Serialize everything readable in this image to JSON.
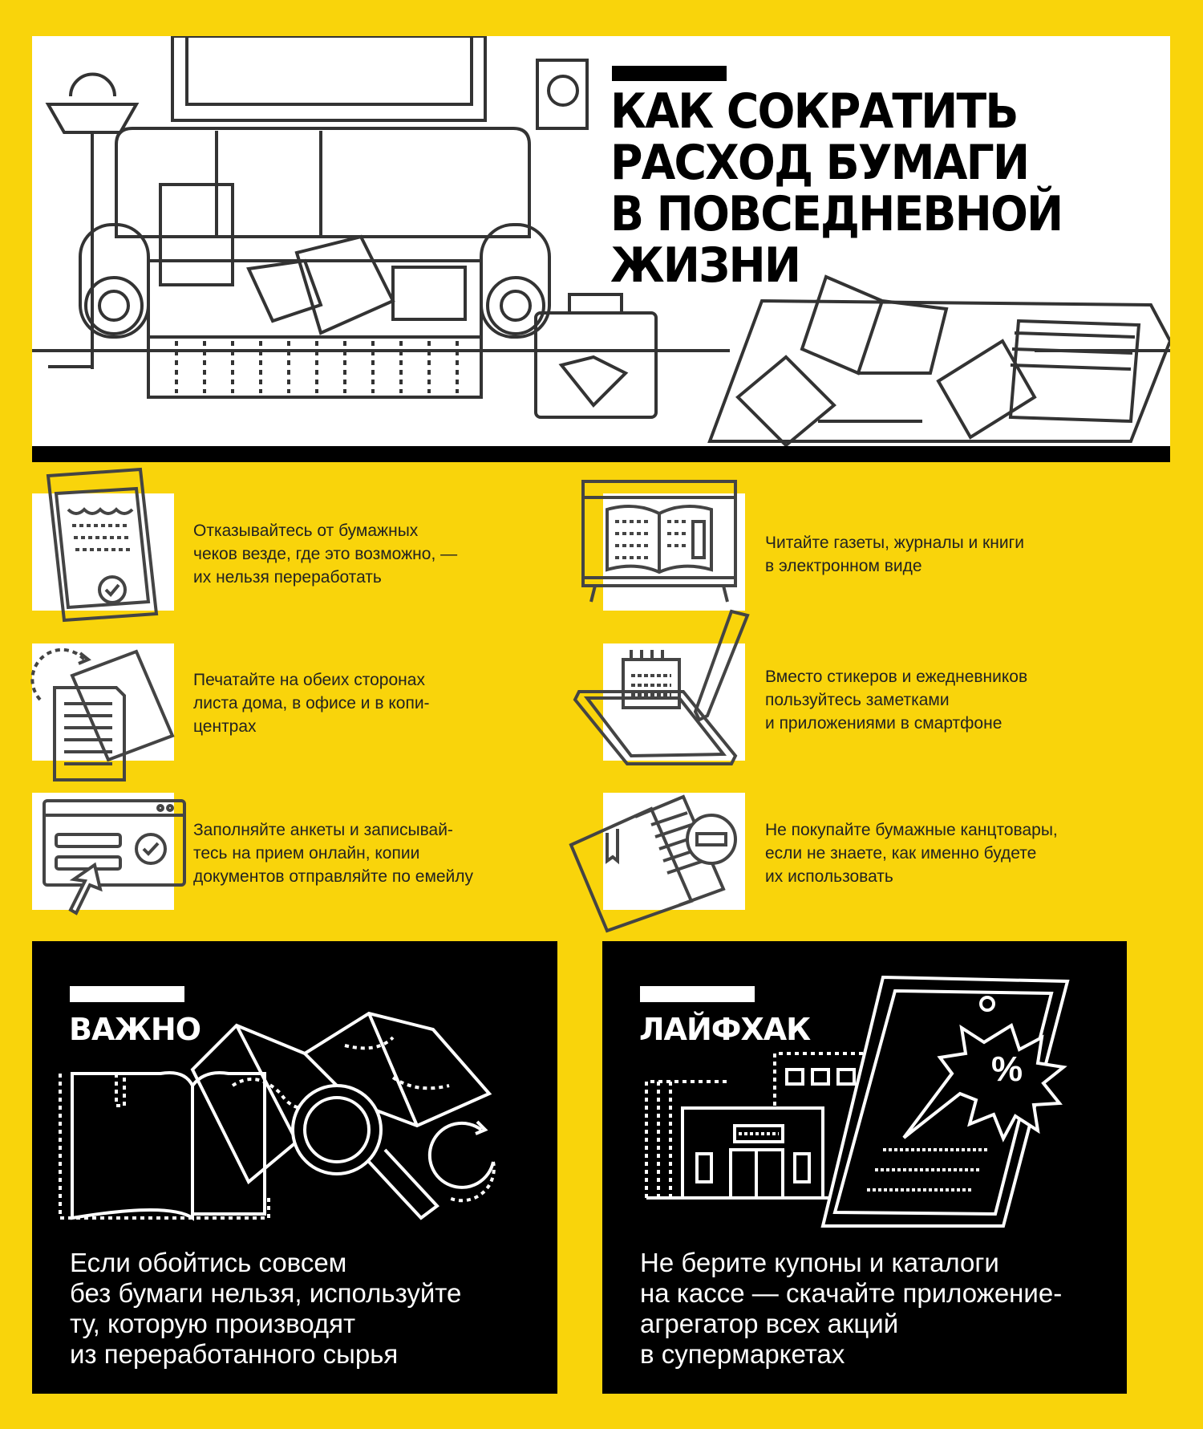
{
  "header": {
    "title_lines": [
      "Как сократить",
      "расход бумаги",
      "в повседневной",
      "жизни"
    ]
  },
  "tips": [
    {
      "text": "Отказывайтесь от бумажных чеков везде, где это возможно, — их нельзя переработать",
      "lines": [
        "Отказывайтесь от бумажных",
        "чеков везде, где это возможно, —",
        "их нельзя переработать"
      ],
      "icon": "receipt-phone-icon"
    },
    {
      "text": "Читайте газеты, журналы и книги в электронном виде",
      "lines": [
        "Читайте газеты, журналы и книги",
        "в электронном виде"
      ],
      "icon": "ebook-screen-icon"
    },
    {
      "text": "Печатайте на обеих сторонах листа дома, в офисе и в копи-центрах",
      "lines": [
        "Печатайте на обеих сторонах",
        "листа дома, в офисе и в копи-",
        "центрах"
      ],
      "icon": "double-sided-print-icon"
    },
    {
      "text": "Вместо стикеров и ежедневников пользуйтесь заметками и приложениями в смартфоне",
      "lines": [
        "Вместо стикеров и ежедневников",
        "пользуйтесь заметками",
        "и приложениями в смартфоне"
      ],
      "icon": "phone-notes-icon"
    },
    {
      "text": "Заполняйте анкеты и записывайтесь на прием онлайн, копии документов отправляйте по емейлу",
      "lines": [
        "Заполняйте анкеты и записывай-",
        "тесь на прием онлайн, копии",
        "документов отправляйте по емейлу"
      ],
      "icon": "online-form-icon"
    },
    {
      "text": "Не покупайте бумажные канцтовары, если не знаете, как именно будете их использовать",
      "lines": [
        "Не покупайте бумажные канцтовары,",
        "если не знаете, как именно будете",
        "их использовать"
      ],
      "icon": "notebook-minus-icon"
    }
  ],
  "important": {
    "label": "Важно",
    "lines": [
      "Если обойтись совсем",
      "без бумаги нельзя, используйте",
      "ту, которую производят",
      "из переработанного сырья"
    ]
  },
  "lifehack": {
    "label": "Лайфхак",
    "lines": [
      "Не берите купоны и каталоги",
      "на кассе — скачайте приложение-",
      "агрегатор всех акций",
      "в супермаркетах"
    ],
    "badge": "%"
  }
}
